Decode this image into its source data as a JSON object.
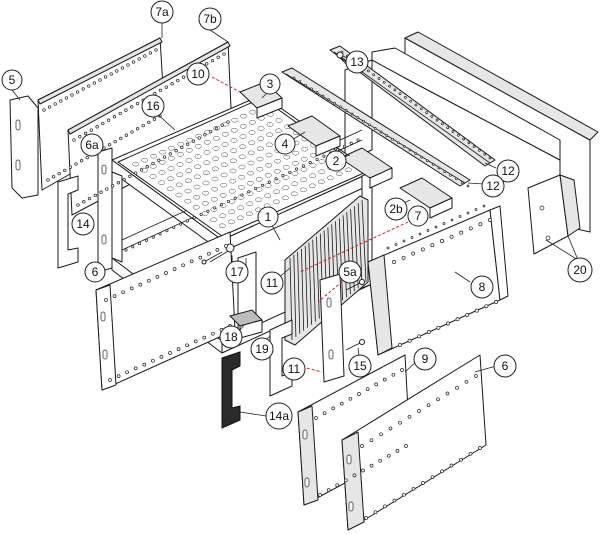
{
  "callouts": [
    "7a",
    "7b",
    "5",
    "10",
    "13",
    "3",
    "16",
    "6a",
    "4",
    "2",
    "12",
    "12",
    "14",
    "2b",
    "7",
    "1",
    "20",
    "17",
    "11",
    "5a",
    "6",
    "8",
    "18",
    "19",
    "11",
    "15",
    "9",
    "6",
    "14a"
  ],
  "colors": {
    "line": "#1a1a1a",
    "panel": "#ffffff",
    "shade": "#e6e6e6",
    "handle": "#2a2a2a",
    "leader_accent": "#c8102e"
  }
}
